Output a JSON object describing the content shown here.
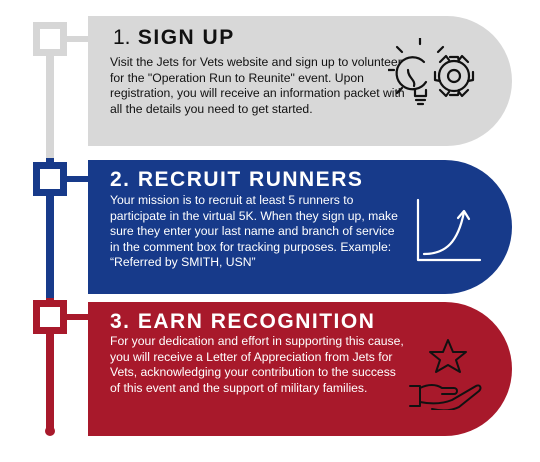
{
  "steps": [
    {
      "number": "1.",
      "title": "SIGN UP",
      "body": "Visit the Jets for Vets website and sign up to volunteer for the \"Operation Run to Reunite\" event. Upon registration, you will receive an information packet with all the details you need to get started.",
      "icon": "idea-gear-icon",
      "color": "#d8d8d8"
    },
    {
      "number": "2.",
      "title": "RECRUIT RUNNERS",
      "body": "Your mission is to recruit at least 5 runners to participate in the virtual 5K. When they sign up, make sure they enter your last name and branch of service in the comment box for tracking purposes. Example: “Referred by SMITH, USN”",
      "icon": "growth-chart-icon",
      "color": "#173a8a"
    },
    {
      "number": "3.",
      "title": "EARN RECOGNITION",
      "body": "For your dedication and effort in supporting this cause, you will receive a Letter of Appreciation from Jets for Vets, acknowledging your contribution to the success of this event and the support of military families.",
      "icon": "hand-star-icon",
      "color": "#a8192b"
    }
  ]
}
